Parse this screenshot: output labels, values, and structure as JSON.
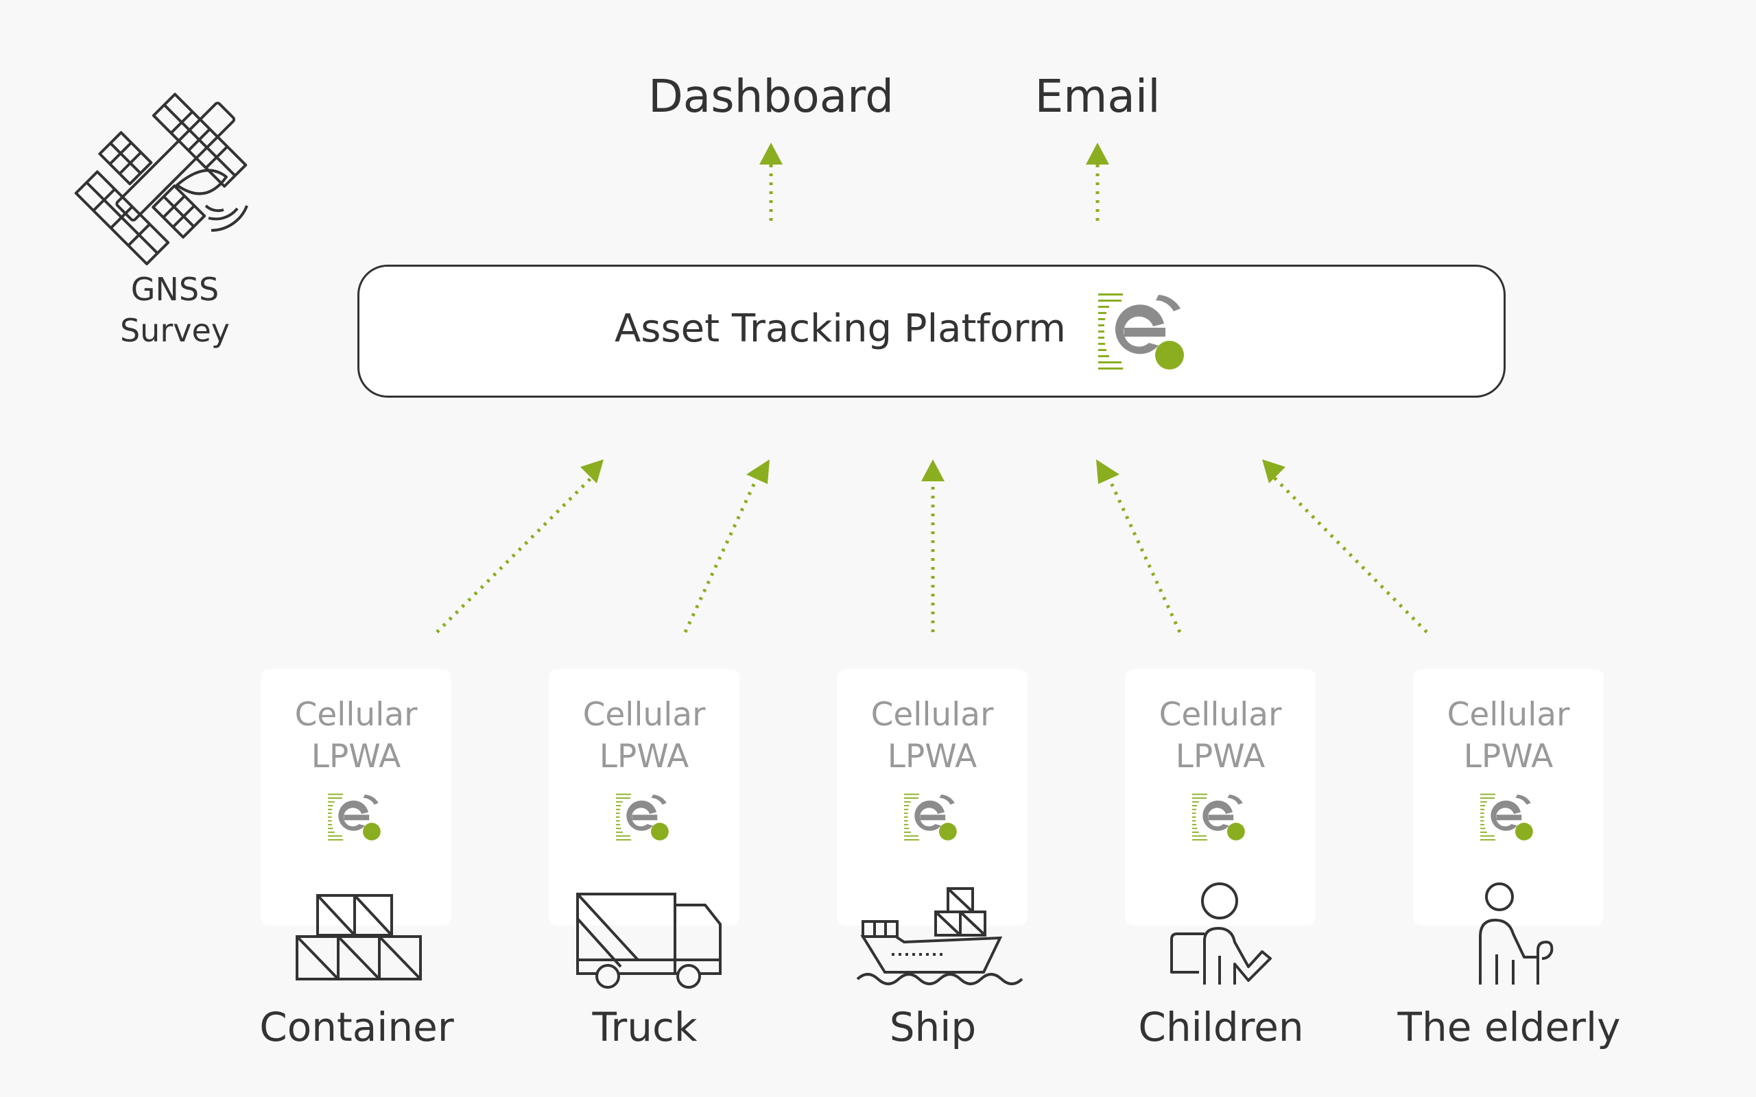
{
  "outputs": [
    {
      "label": "Dashboard"
    },
    {
      "label": "Email"
    }
  ],
  "gnss": {
    "line1": "GNSS",
    "line2": "Survey"
  },
  "platform": {
    "title": "Asset Tracking Platform"
  },
  "assets": [
    {
      "name": "Container",
      "module_line1": "Cellular",
      "module_line2": "LPWA",
      "icon": "container-icon"
    },
    {
      "name": "Truck",
      "module_line1": "Cellular",
      "module_line2": "LPWA",
      "icon": "truck-icon"
    },
    {
      "name": "Ship",
      "module_line1": "Cellular",
      "module_line2": "LPWA",
      "icon": "ship-icon"
    },
    {
      "name": "Children",
      "module_line1": "Cellular",
      "module_line2": "LPWA",
      "icon": "child-icon"
    },
    {
      "name": "The elderly",
      "module_line1": "Cellular",
      "module_line2": "LPWA",
      "icon": "elderly-person-icon"
    }
  ],
  "colors": {
    "accent": "#8aae1f",
    "text": "#333333",
    "muted_text": "#999999",
    "logo_gray": "#8c8c8c",
    "background": "#f8f8f8"
  }
}
